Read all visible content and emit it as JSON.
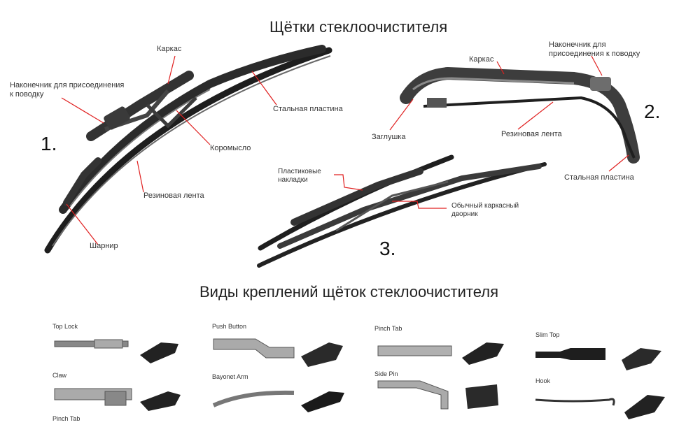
{
  "titles": {
    "main": "Щётки стеклоочистителя",
    "mounts": "Виды креплений щёток стеклоочистителя"
  },
  "numbers": {
    "n1": "1.",
    "n2": "2.",
    "n3": "3."
  },
  "wiper1": {
    "karkas": "Каркас",
    "tip_line1": "Наконечник для присоединения",
    "tip_line2": "к поводку",
    "steel": "Стальная пластина",
    "rocker": "Коромысло",
    "rubber": "Резиновая лента",
    "hinge": "Шарнир"
  },
  "wiper2": {
    "karkas": "Каркас",
    "tip_line1": "Наконечник для",
    "tip_line2": "присоединения к поводку",
    "cap": "Заглушка",
    "rubber": "Резиновая лента",
    "steel": "Стальная пластина"
  },
  "wiper3": {
    "plastic_line1": "Пластиковые",
    "plastic_line2": "накладки",
    "frame_line1": "Обычный каркасный",
    "frame_line2": "дворник"
  },
  "mounts": {
    "top_lock": "Top Lock",
    "claw": "Claw",
    "pinch_tab_1": "Pinch Tab",
    "push_button": "Push Button",
    "bayonet_arm": "Bayonet Arm",
    "pinch_tab_2": "Pinch Tab",
    "side_pin": "Side Pin",
    "slim_top": "Slim Top",
    "hook": "Hook"
  },
  "colors": {
    "pointer": "#e02020",
    "blade_dark": "#2a2a2a",
    "blade_mid": "#555555"
  }
}
